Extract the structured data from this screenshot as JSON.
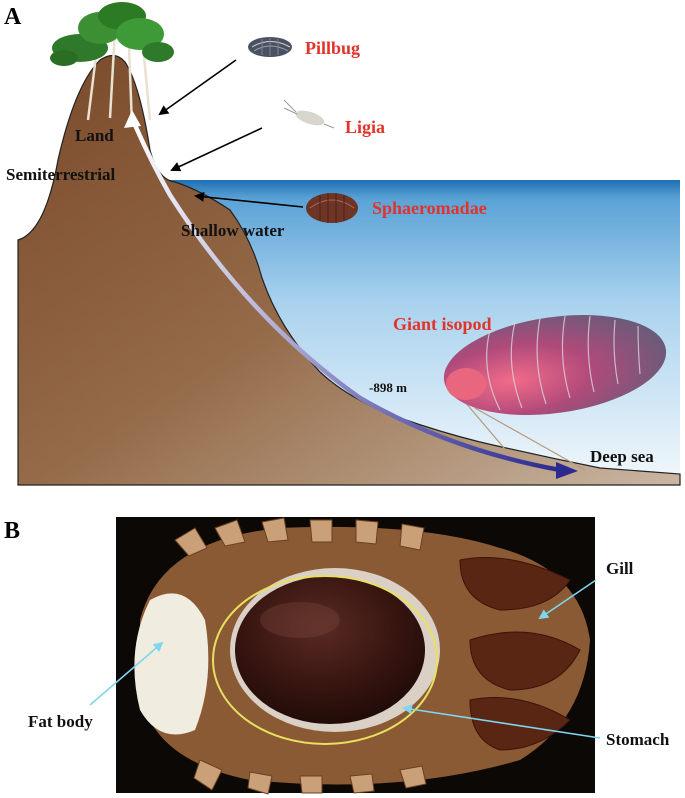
{
  "panels": {
    "a": {
      "letter": "A",
      "habitats": {
        "land": "Land",
        "semiterrestrial": "Semiterrestrial",
        "shallow_water": "Shallow water",
        "deep_sea": "Deep sea"
      },
      "depth": "-898 m",
      "species": {
        "pillbug": "Pillbug",
        "ligia": "Ligia",
        "sphaeromadae": "Sphaeromadae",
        "giant_isopod": "Giant isopod"
      },
      "colors": {
        "species_label": "#e0342a",
        "soil": "#8b5a35",
        "sea_top": "#1f6fb3",
        "trajectory": "#2b2a8f"
      }
    },
    "b": {
      "letter": "B",
      "structures": {
        "gill": "Gill",
        "fat_body": "Fat body",
        "stomach": "Stomach"
      },
      "colors": {
        "pointer": "#7fd6ee",
        "stomach_outline": "#e8e060"
      }
    }
  }
}
